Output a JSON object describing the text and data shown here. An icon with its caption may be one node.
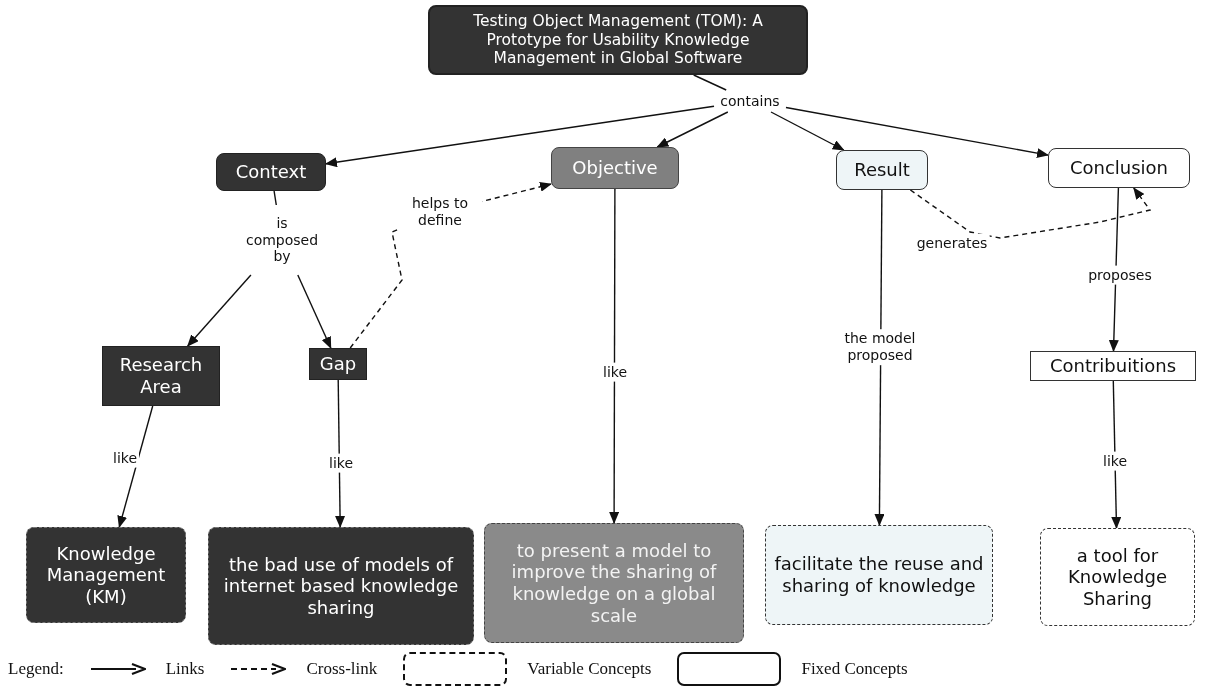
{
  "diagram": {
    "nodes": [
      {
        "text": [
          "Testing Object Management (TOM): A Prototype for Usability Knowledge Management in Global Software"
        ]
      },
      {
        "text": [
          "contains"
        ]
      },
      {
        "text": [
          "Context"
        ]
      },
      {
        "text": [
          "Objective"
        ]
      },
      {
        "text": [
          "Result"
        ]
      },
      {
        "text": [
          "Conclusion"
        ]
      },
      {
        "text": [
          "is composed by"
        ]
      },
      {
        "text": [
          "Research Area"
        ]
      },
      {
        "text": [
          "Gap"
        ]
      },
      {
        "text": [
          "Contribuitions"
        ]
      },
      {
        "text": [
          "Knowledge Management (KM)"
        ]
      },
      {
        "text": [
          "the bad use of models of internet based knowledge sharing"
        ]
      },
      {
        "text": [
          "to present a model to improve the sharing of knowledge on a global scale"
        ]
      },
      {
        "text": [
          "facilitate the reuse and sharing of knowledge"
        ]
      },
      {
        "text": [
          "a tool for Knowledge Sharing"
        ]
      }
    ],
    "edges": [
      {
        "from": 0,
        "to": 1,
        "arrow": "none"
      },
      {
        "from": 1,
        "to": 2,
        "arrow": "to"
      },
      {
        "from": 1,
        "to": 3,
        "arrow": "to"
      },
      {
        "from": 1,
        "to": 4,
        "arrow": "to"
      },
      {
        "from": 1,
        "to": 5,
        "arrow": "to"
      },
      {
        "from": 2,
        "to": 6,
        "arrow": "none"
      },
      {
        "from": 6,
        "to": 7,
        "arrow": "to"
      },
      {
        "from": 6,
        "to": 8,
        "arrow": "to"
      },
      {
        "from": 8,
        "to": 3,
        "arrow": "to",
        "label": "helps to define",
        "style": "dashed"
      },
      {
        "from": 4,
        "to": 5,
        "arrow": "to",
        "label": "generates",
        "style": "dashed"
      },
      {
        "from": 5,
        "to": 9,
        "arrow": "to",
        "label": "proposes"
      },
      {
        "from": 7,
        "to": 10,
        "arrow": "to",
        "label": "like"
      },
      {
        "from": 8,
        "to": 11,
        "arrow": "to",
        "label": "like"
      },
      {
        "from": 3,
        "to": 12,
        "arrow": "to",
        "label": "like"
      },
      {
        "from": 4,
        "to": 13,
        "arrow": "to",
        "label": "the model proposed"
      },
      {
        "from": 9,
        "to": 14,
        "arrow": "to",
        "label": "like"
      }
    ],
    "labels": [
      "Legend:"
    ],
    "legend": [
      {
        "text": "Links"
      },
      {
        "text": "Cross-link"
      },
      {
        "text": "Variable Concepts"
      },
      {
        "text": "Fixed Concepts"
      }
    ]
  }
}
